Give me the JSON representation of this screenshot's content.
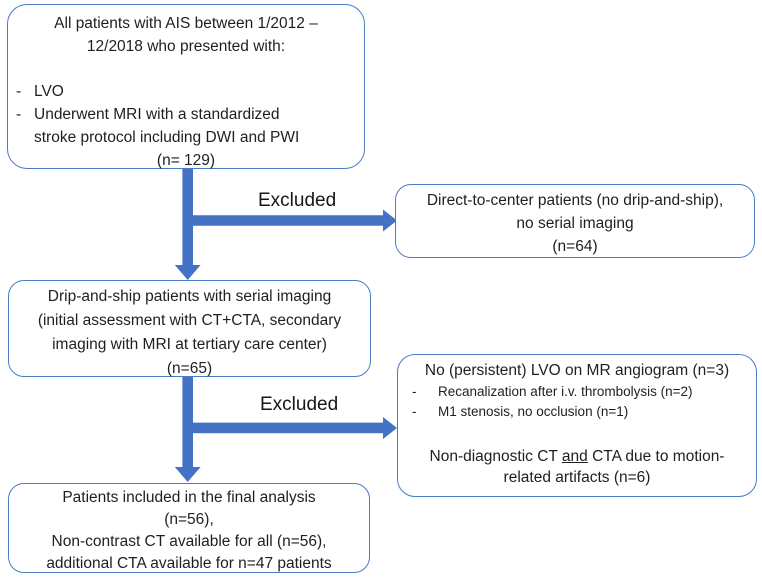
{
  "flowchart": {
    "colors": {
      "arrow": "#4472C4",
      "box_border": "#4A7CC2",
      "text": "#1F1F1F",
      "background": "#FFFFFF"
    },
    "bullet_marker": "-",
    "excluded_label_top": "Excluded",
    "excluded_label_bottom": "Excluded",
    "box_population": {
      "heading_lines": [
        "All patients with AIS between 1/2012 –",
        "12/2018 who presented with:"
      ],
      "bullets": [
        {
          "lines": [
            "LVO"
          ]
        },
        {
          "lines": [
            "Underwent MRI with a standardized",
            "stroke protocol including DWI and PWI"
          ]
        }
      ],
      "count": "(n= 129)"
    },
    "box_excluded_direct": {
      "lines": [
        "Direct-to-center patients (no drip-and-ship),",
        "no serial imaging",
        "(n=64)"
      ]
    },
    "box_drip_and_ship": {
      "lines": [
        "Drip-and-ship patients with serial imaging",
        "(initial assessment with CT+CTA, secondary",
        "imaging with MRI at tertiary care center)",
        "(n=65)"
      ]
    },
    "box_excluded_mr": {
      "heading": "No (persistent) LVO on MR angiogram (n=3)",
      "bullets": [
        {
          "lines": [
            "Recanalization after i.v. thrombolysis (n=2)"
          ]
        },
        {
          "lines": [
            "M1 stenosis, no occlusion (n=1)"
          ]
        }
      ],
      "note_line1_before": "Non-diagnostic CT ",
      "note_line1_underlined": "and",
      "note_line1_after": " CTA due to motion-",
      "note_line2": "related artifacts (n=6)"
    },
    "box_final": {
      "lines": [
        "Patients included in the final analysis",
        "(n=56),",
        "Non-contrast CT available for all (n=56),",
        "additional CTA available for n=47 patients"
      ]
    }
  }
}
